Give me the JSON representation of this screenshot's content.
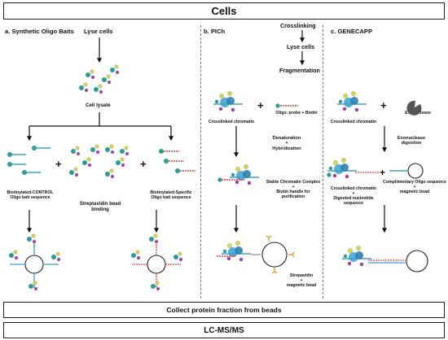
{
  "header": {
    "title": "Cells"
  },
  "sections": {
    "a": "a. Synthetic Oligo Baits",
    "b": "b. PICh",
    "c": "c. GENECAPP"
  },
  "a": {
    "lyse": "Lyse cells",
    "lysate": "Cell lysate",
    "control": "Biotinylated-CONTROL\nOligo bait sequence",
    "specific": "Biotinylated-Specific\nOligo bait sequence",
    "strep": "Streptavidin bead\nbinding"
  },
  "top_flow": {
    "crosslinking": "Crosslinking",
    "lyse": "Lyse cells",
    "fragmentation": "Fragmentation"
  },
  "b": {
    "crosslinked": "Crosslinked chromatin",
    "probe": "Oligo. probe + Biotin",
    "denat": "Denaturation\n+\nHybridization",
    "complex": "Stable Chromatin Complex\n+\nBiotin handle for\npurification",
    "strep": "Strepavidin\n+\nmagnetic bead"
  },
  "c": {
    "crosslinked": "Crosslinked chromatin",
    "exo": "Exonuclease",
    "exo_digest": "Exonuclease\ndigestion",
    "digested": "Crosslinked chromatin\n+\nDigested nucleotide\nsequence",
    "comp": "Complimentary Oligo sequence\n+\nmagnetic bead"
  },
  "footer": {
    "collect": "Collect protein fraction from beads",
    "lcms": "LC-MS/MS"
  }
}
